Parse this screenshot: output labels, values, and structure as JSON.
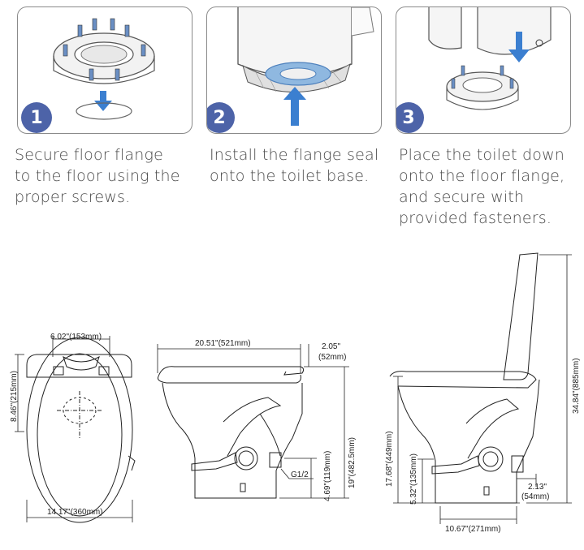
{
  "steps": [
    {
      "number": "1",
      "text": "Secure floor flange\nto the floor using the\nproper screws."
    },
    {
      "number": "2",
      "text": "Install the flange seal\nonto the toilet base."
    },
    {
      "number": "3",
      "text": "Place the toilet down\nonto the floor flange,\nand secure with\nprovided fasteners."
    }
  ],
  "dimensions": {
    "top_width": "6.02\"(153mm)",
    "top_depth": "8.46\"(215mm)",
    "top_length": "14.17\"(360mm)",
    "front_length": "20.51\"(521mm)",
    "front_tank": "2.05\"",
    "front_tank_mm": "(52mm)",
    "front_height": "19\"(482.5mm)",
    "front_outlet_height": "4.69\"(119mm)",
    "front_inlet": "G1/2",
    "side_seat_height": "17.68\"(449mm)",
    "side_outlet_height": "5.32\"(135mm)",
    "side_total_height": "34.84\"(885mm)",
    "side_offset": "2.13\"",
    "side_offset_mm": "(54mm)",
    "side_base": "10.67\"(271mm)"
  },
  "colors": {
    "badge": "#4d63a8",
    "arrow": "#3b7fd0",
    "seal": "#8fb8e0"
  }
}
